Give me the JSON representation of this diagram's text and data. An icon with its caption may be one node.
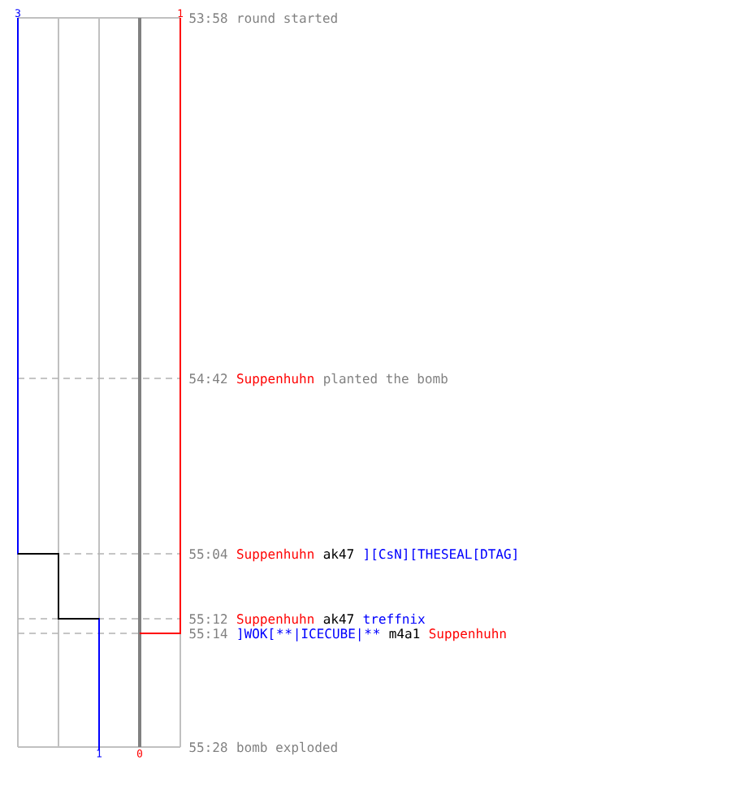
{
  "diagram": {
    "labels": [
      "3",
      "1",
      "53:58",
      "round started",
      "54:42",
      "Suppenhuhn",
      "planted the bomb",
      "55:04",
      "Suppenhuhn",
      "ak47",
      "][CsN][THESEAL[DTAG]",
      "55:12",
      "Suppenhuhn",
      "ak47",
      "treffnix",
      "55:14",
      "]WOK[",
      "*",
      "*",
      "|ICECUBE|",
      "*",
      "*",
      "m4a1",
      "Suppenhuhn",
      "1",
      "0",
      "55:28",
      "bomb exploded"
    ]
  }
}
